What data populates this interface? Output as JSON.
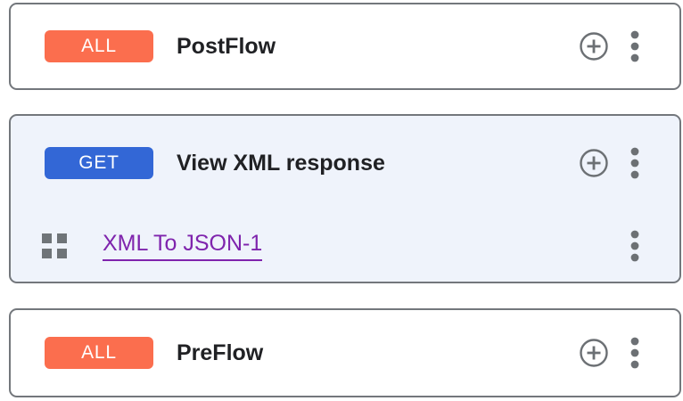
{
  "colors": {
    "badge_all": "#FB6E4E",
    "badge_get": "#3367D6",
    "conditional_card_bg": "#EFF3FB",
    "card_border": "#73777C",
    "icon_gray": "#6C7074",
    "title_text": "#202124",
    "policy_link": "#7F24AD"
  },
  "icons": {
    "add": "plus-in-circle",
    "more": "vertical-three-dots",
    "policy": "four-square-grid"
  },
  "cards": [
    {
      "badge": {
        "label": "ALL",
        "color": "#FB6E4E"
      },
      "title": "PostFlow"
    },
    {
      "badge": {
        "label": "GET",
        "color": "#3367D6"
      },
      "title": "View XML response",
      "policies": [
        {
          "label": "XML To JSON-1"
        }
      ]
    },
    {
      "badge": {
        "label": "ALL",
        "color": "#FB6E4E"
      },
      "title": "PreFlow"
    }
  ]
}
